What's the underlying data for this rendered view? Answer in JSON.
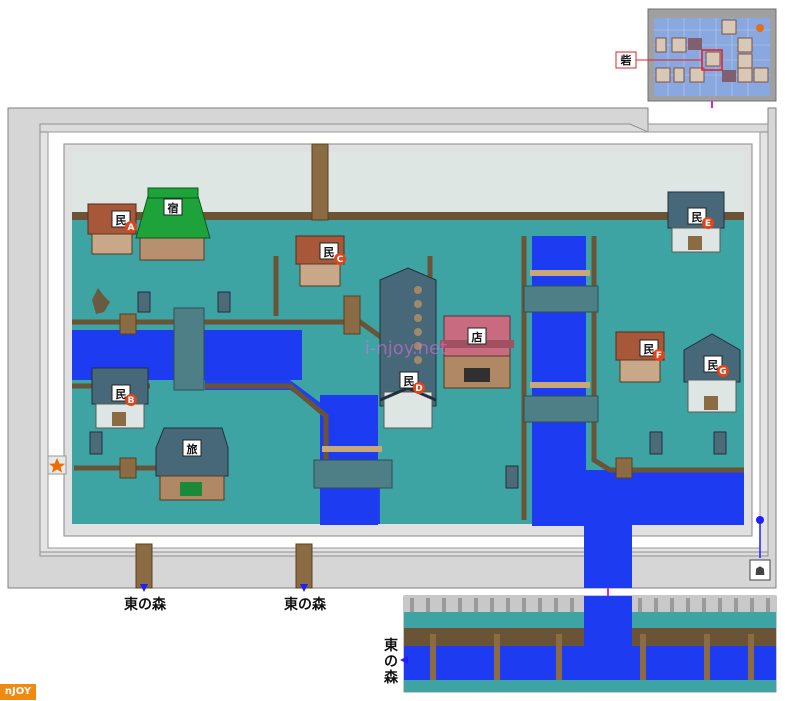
{
  "watermark": "i-njoy.net",
  "brand": "nJOY",
  "minimap_label": "砦",
  "exits": {
    "west_exit_1": "東の森",
    "west_exit_2": "東の森",
    "vertical": [
      "東",
      "の",
      "森"
    ]
  },
  "buildings": [
    {
      "id": "inn",
      "label": "宿",
      "letter": ""
    },
    {
      "id": "house-a",
      "label": "民",
      "letter": "A"
    },
    {
      "id": "house-b",
      "label": "民",
      "letter": "B"
    },
    {
      "id": "house-c",
      "label": "民",
      "letter": "C"
    },
    {
      "id": "house-d",
      "label": "民",
      "letter": "D"
    },
    {
      "id": "house-e",
      "label": "民",
      "letter": "E"
    },
    {
      "id": "house-f",
      "label": "民",
      "letter": "F"
    },
    {
      "id": "house-g",
      "label": "民",
      "letter": "G"
    },
    {
      "id": "shop",
      "label": "店",
      "letter": ""
    },
    {
      "id": "travel",
      "label": "旅",
      "letter": ""
    }
  ],
  "colors": {
    "water": "#1d3cf2",
    "ground": "#3ea3a3",
    "wall": "#d8d8d8",
    "roof_blue": "#476878",
    "roof_brown": "#a8583a",
    "roof_green": "#1ea33a",
    "letter_badge": "#e0441a",
    "star": "#f06a00"
  }
}
